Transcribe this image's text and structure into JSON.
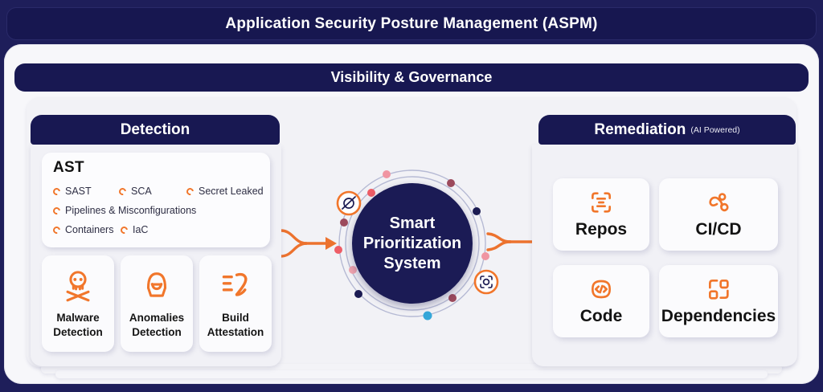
{
  "header": {
    "title": "Application Security Posture Management (ASPM)"
  },
  "governance": {
    "title": "Visibility & Governance"
  },
  "detection": {
    "title": "Detection",
    "ast": {
      "title": "AST",
      "items": [
        "SAST",
        "SCA",
        "Secret Leaked",
        "Pipelines & Misconfigurations",
        "Containers",
        "IaC"
      ]
    },
    "cards": [
      {
        "label_line1": "Malware",
        "label_line2": "Detection",
        "icon": "skull-crossbones-icon"
      },
      {
        "label_line1": "Anomalies",
        "label_line2": "Detection",
        "icon": "hacker-icon"
      },
      {
        "label_line1": "Build",
        "label_line2": "Attestation",
        "icon": "attestation-icon"
      }
    ]
  },
  "center": {
    "label_lines": [
      "Smart",
      "Prioritization",
      "System"
    ],
    "badges": [
      "block-slash-icon",
      "focus-target-icon"
    ]
  },
  "remediation": {
    "title": "Remediation",
    "badge": "(AI Powered)",
    "code_glyph": "</>",
    "cards": [
      {
        "label": "Repos",
        "icon": "repo-scan-icon"
      },
      {
        "label": "CI/CD",
        "icon": "cicd-loop-icon"
      },
      {
        "label": "Code",
        "icon": "code-bubble-icon"
      },
      {
        "label": "Dependencies",
        "icon": "dependencies-icon"
      }
    ]
  },
  "colors": {
    "navy": "#181852",
    "page_bg": "#1E1E5A",
    "orange": "#F1762B",
    "panel": "#f1f1f6",
    "card": "#fbfbfd",
    "ring": "#b6bad4",
    "dot_red": "#ee5d66",
    "dot_pink": "#f095a2",
    "dot_maroon": "#9c4a5c",
    "dot_navy": "#1b1b52",
    "dot_blue": "#35a7d9"
  }
}
